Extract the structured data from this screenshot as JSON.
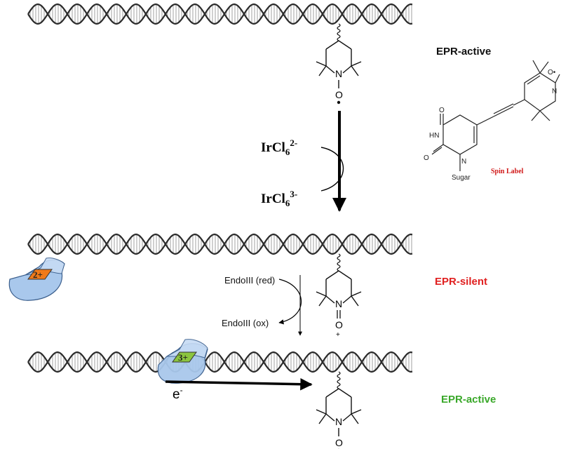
{
  "states": {
    "top": {
      "label": "EPR-active",
      "color": "#111111"
    },
    "middle": {
      "label": "EPR-silent",
      "color": "#e02020"
    },
    "bottom": {
      "label": "EPR-active",
      "color": "#3aa82a"
    }
  },
  "oxidant": {
    "reactant_base": "IrCl",
    "reactant_sub": "6",
    "reactant_sup": "2-",
    "product_base": "IrCl",
    "product_sub": "6",
    "product_sup": "3-"
  },
  "redox": {
    "reduced": "EndoIII (red)",
    "oxidized": "EndoIII (ox)"
  },
  "electron": {
    "symbol": "e",
    "sup": "-"
  },
  "protein": {
    "charge_reduced": "2+",
    "charge_oxidized": "3+",
    "cluster_reduced_color": "#f07a1a",
    "cluster_oxidized_color": "#8bc53f",
    "body_color": "#a9c8ec"
  },
  "structure": {
    "spin_label": "Spin Label",
    "spin_label_color": "#d01818",
    "atoms": {
      "o": "O",
      "nh": "HN",
      "n": "N",
      "n_radical": "N",
      "o_radical": "O•",
      "sugar": "Sugar"
    }
  },
  "nitroxide": {
    "n": "N",
    "o": "O"
  }
}
